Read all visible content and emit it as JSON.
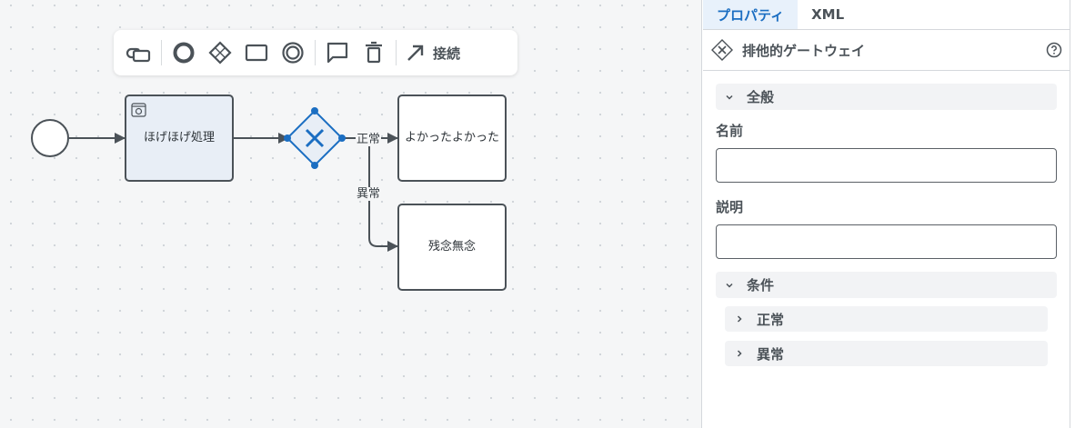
{
  "toolbar": {
    "items": [
      {
        "icon": "layers-icon",
        "label": "Group"
      },
      {
        "icon": "start-event-icon",
        "label": "Event"
      },
      {
        "icon": "gateway-icon",
        "label": "Gateway"
      },
      {
        "icon": "task-icon",
        "label": "Task"
      },
      {
        "icon": "intermediate-event-icon",
        "label": "Intermediate Event"
      },
      {
        "icon": "comment-icon",
        "label": "Annotation"
      },
      {
        "icon": "trash-icon",
        "label": "Delete"
      }
    ],
    "connect_label": "接続"
  },
  "diagram": {
    "nodes": {
      "start": {
        "type": "start-event"
      },
      "task1": {
        "type": "service-task",
        "label": "ほげほげ処理",
        "selected_fill": "#e8eef6"
      },
      "gateway": {
        "type": "exclusive-gateway",
        "selected": true,
        "accent": "#1b6ec2"
      },
      "task2": {
        "type": "task",
        "label": "よかったよかった"
      },
      "task3": {
        "type": "task",
        "label": "残念無念"
      }
    },
    "edges": [
      {
        "from": "start",
        "to": "task1",
        "label": ""
      },
      {
        "from": "task1",
        "to": "gateway",
        "label": ""
      },
      {
        "from": "gateway",
        "to": "task2",
        "label": "正常"
      },
      {
        "from": "gateway",
        "to": "task3",
        "label": "異常"
      }
    ]
  },
  "panel": {
    "tabs": [
      {
        "label": "プロパティ",
        "active": true
      },
      {
        "label": "XML",
        "active": false
      }
    ],
    "header": {
      "icon": "exclusive-gateway-icon",
      "title": "排他的ゲートウェイ",
      "help_icon": "help-icon"
    },
    "general": {
      "title": "全般",
      "expanded": true,
      "name_label": "名前",
      "name_value": "",
      "description_label": "説明",
      "description_value": ""
    },
    "conditions": {
      "title": "条件",
      "expanded": true,
      "items": [
        {
          "label": "正常",
          "expanded": false
        },
        {
          "label": "異常",
          "expanded": false
        }
      ]
    }
  },
  "colors": {
    "accent": "#1b6ec2",
    "stroke": "#4b5258",
    "canvas_bg": "#f5f6f7"
  }
}
